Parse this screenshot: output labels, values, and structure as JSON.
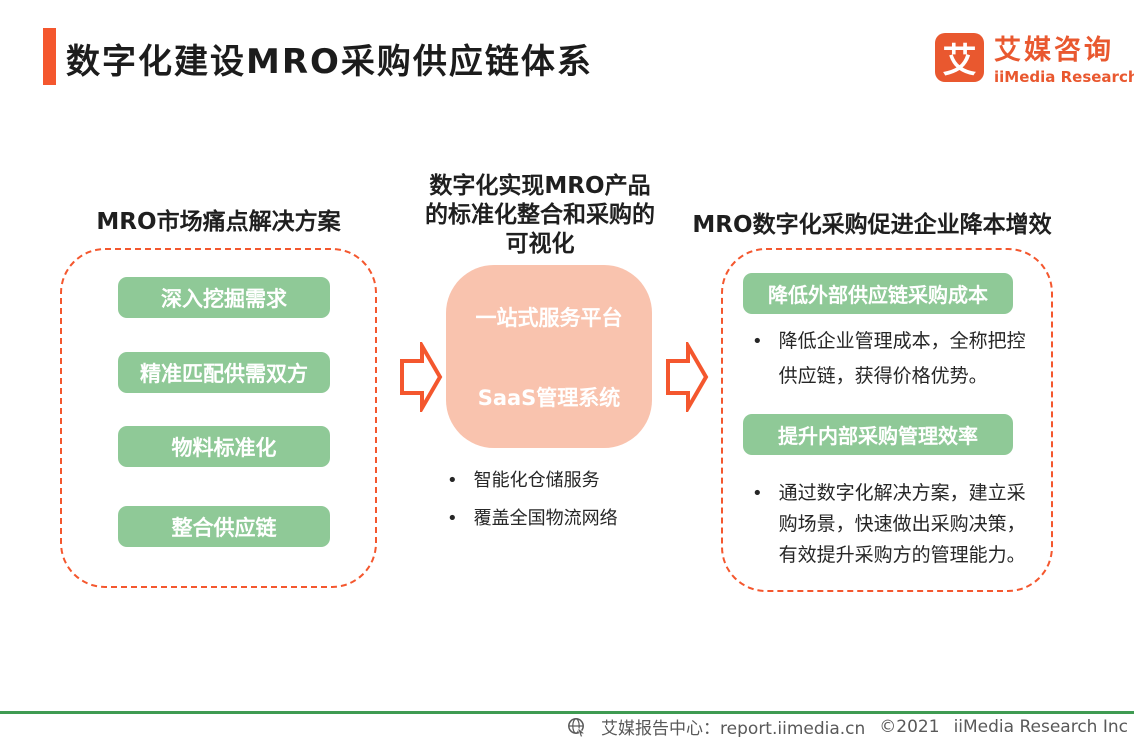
{
  "header": {
    "title": "数字化建设MRO采购供应链体系"
  },
  "logo": {
    "mark": "艾",
    "name_cn": "艾媒咨询",
    "name_en": "iiMedia Research"
  },
  "left_panel": {
    "header": "MRO市场痛点解决方案",
    "items": [
      "深入挖掘需求",
      "精准匹配供需双方",
      "物料标准化",
      "整合供应链"
    ]
  },
  "middle_panel": {
    "header_line1": "数字化实现MRO产品",
    "header_line2": "的标准化整合和采购的",
    "header_line3": "可视化",
    "platform_top": "一站式服务平台",
    "platform_bottom": "SaaS管理系统",
    "bullets": [
      "智能化仓储服务",
      "覆盖全国物流网络"
    ]
  },
  "right_panel": {
    "header": "MRO数字化采购促进企业降本增效",
    "sections": [
      {
        "label": "降低外部供应链采购成本",
        "desc": "降低企业管理成本，全称把控供应链，获得价格优势。"
      },
      {
        "label": "提升内部采购管理效率",
        "desc": "通过数字化解决方案，建立采购场景，快速做出采购决策，有效提升采购方的管理能力。"
      }
    ]
  },
  "footer": {
    "report_center": "艾媒报告中心：report.iimedia.cn",
    "copyright": "©2021",
    "company": "iiMedia Research Inc"
  },
  "colors": {
    "accent_orange": "#F4572E",
    "logo_orange": "#E9582F",
    "button_green": "#8FC997",
    "platform_pink": "#F9C3AE",
    "footer_green": "#3F9B52"
  }
}
